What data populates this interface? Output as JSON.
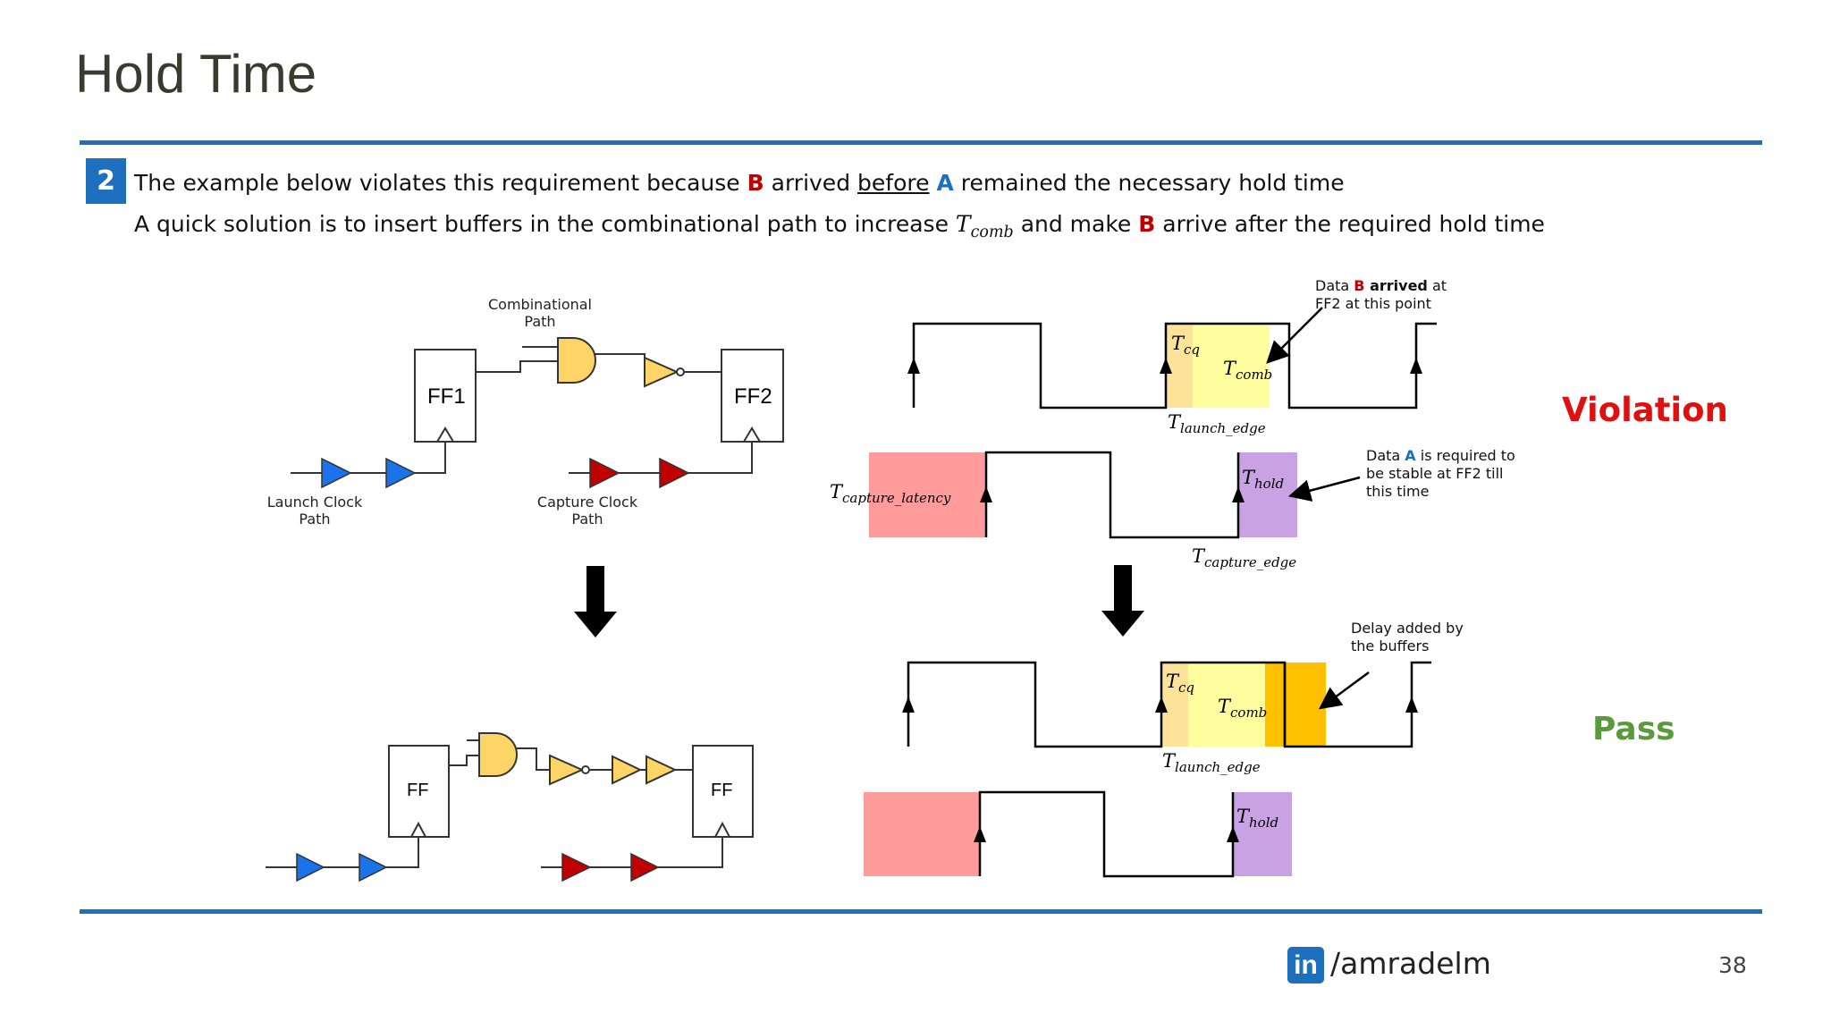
{
  "slide": {
    "title": "Hold Time",
    "badge": "2",
    "line1": {
      "pre": "The example below violates this requirement because ",
      "b": "B",
      "mid1": " arrived ",
      "before": "before",
      "sp": " ",
      "a": "A",
      "post": " remained the necessary hold time"
    },
    "line2": {
      "pre": "A quick solution is to insert buffers in the combinational path to increase ",
      "t": "T",
      "sub": "comb",
      "mid": " and make ",
      "b": "B",
      "post": " arrive after the required hold time"
    }
  },
  "circuit_top": {
    "ff1": "FF1",
    "ff2": "FF2",
    "combinational_path_1": "Combinational",
    "combinational_path_2": "Path",
    "launch_clock_1": "Launch Clock",
    "launch_clock_2": "Path",
    "capture_clock_1": "Capture Clock",
    "capture_clock_2": "Path"
  },
  "circuit_bottom": {
    "ff1": "FF",
    "ff2": "FF"
  },
  "timing_top": {
    "tcq": "cq",
    "tcomb": "comb",
    "tlaunch": "launch_edge",
    "tcapture_latency": "capture_latency",
    "thold": "hold",
    "tcapture_edge": "capture_edge",
    "note_b_1": "Data ",
    "note_b_b": "B",
    "note_b_arrived": " arrived",
    "note_b_at": " at",
    "note_b_2": "FF2 at this point",
    "note_a_1": "Data ",
    "note_a_a": "A",
    "note_a_is": " is required to",
    "note_a_2": "be stable at FF2 till",
    "note_a_3": "this time",
    "result": "Violation"
  },
  "timing_bottom": {
    "tcq": "cq",
    "tcomb": "comb",
    "tlaunch": "launch_edge",
    "thold": "hold",
    "note_1": "Delay added by",
    "note_2": "the buffers",
    "result": "Pass"
  },
  "footer": {
    "logo": "in",
    "handle": "/amradelm",
    "page": "38"
  },
  "colors": {
    "accent": "#1f6fbf",
    "red": "#c00000",
    "violation": "#e01010",
    "pass": "#5a9a3a",
    "tcq": "#fde39a",
    "tcomb": "#fefe9e",
    "buffer_delay": "#ffc000",
    "hold": "#c8a2e3",
    "capture_latency": "#ff9b9b",
    "gate": "#fdd566",
    "launch_buffer": "#1a73e8",
    "capture_buffer": "#c00000"
  }
}
